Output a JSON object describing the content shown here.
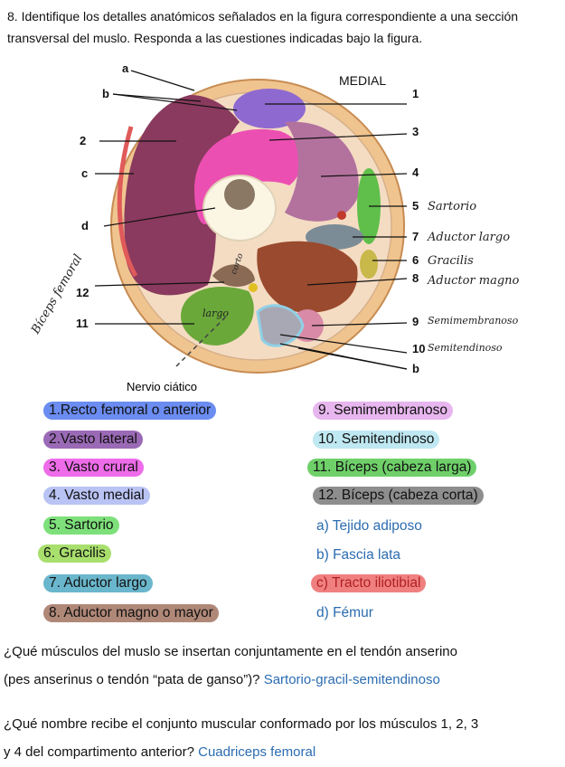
{
  "title": "8. Identifique los detalles anatómicos señalados en la figura correspondiente a una sección transversal del muslo. Responda a las cuestiones indicadas bajo la figura.",
  "figure": {
    "labels_left": [
      "a",
      "b",
      "2",
      "c",
      "d",
      "12",
      "11"
    ],
    "labels_right": [
      "MEDIAL",
      "1",
      "3",
      "4",
      "5",
      "7",
      "6",
      "8",
      "9",
      "10",
      "b"
    ],
    "bottom_label": "Nervio ciático",
    "handwritten": {
      "sartorio": "Sartorio",
      "aductor_largo": "Aductor largo",
      "gracilis": "Gracilis",
      "aductor_magno": "Aductor magno",
      "semimembranoso": "Semimembranoso",
      "semitendinoso": "Semitendinoso",
      "biceps_femoral": "Bíceps femoral",
      "corto": "corto",
      "largo": "largo"
    }
  },
  "list_left": [
    {
      "text": "1.Recto femoral o anterior",
      "color": "#6b8cf0"
    },
    {
      "text": "2.Vasto lateral",
      "color": "#9b6ab6"
    },
    {
      "text": "3. Vasto crural",
      "color": "#ee6ce9"
    },
    {
      "text": "4. Vasto medial",
      "color": "#b9c3f4"
    },
    {
      "text": "5. Sartorio",
      "color": "#7de07a"
    },
    {
      "text": "6. Gracilis",
      "color": "#a8df6d"
    },
    {
      "text": "7. Aductor largo",
      "color": "#6ab6cc"
    },
    {
      "text": "8. Aductor magno o mayor",
      "color": "#b08878"
    }
  ],
  "list_right": [
    {
      "text": "9.   Semimembranoso",
      "color": "#e7b6ee"
    },
    {
      "text": "10.  Semitendinoso",
      "color": "#bfe8f2"
    },
    {
      "text": "11.  Bíceps (cabeza larga)",
      "color": "#6fd06a"
    },
    {
      "text": "12.  Bíceps (cabeza corta)",
      "color": "#8e8e8e"
    },
    {
      "text": "a) Tejido adiposo",
      "color": ""
    },
    {
      "text": "b) Fascia lata",
      "color": ""
    },
    {
      "text": "c) Tracto iliotibial",
      "color": "#f08080"
    },
    {
      "text": "d) Fémur",
      "color": ""
    }
  ],
  "questions": [
    {
      "q1": "¿Qué músculos del muslo se insertan conjuntamente en el tendón anserino",
      "q2": "(pes anserinus o tendón “pata de ganso”)? ",
      "answer": "Sartorio-gracil-semitendinoso"
    },
    {
      "q1": "¿Qué nombre recibe el conjunto muscular conformado por los músculos 1, 2, 3",
      "q2": "y 4 del compartimento anterior? ",
      "answer": "Cuadriceps femoral"
    }
  ]
}
